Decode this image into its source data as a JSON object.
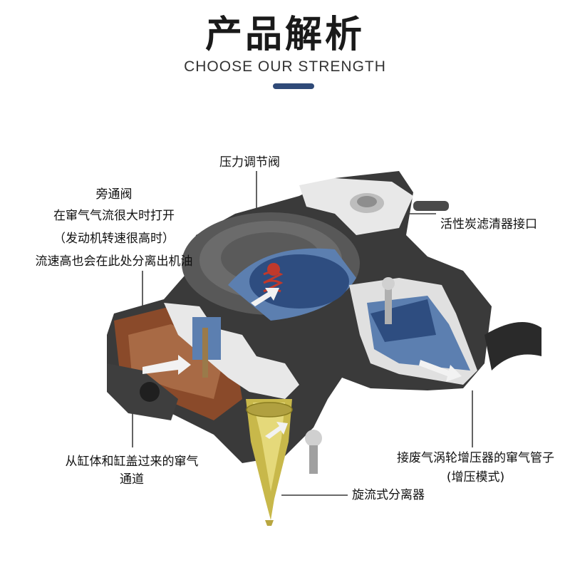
{
  "header": {
    "title": "产品解析",
    "subtitle": "CHOOSE OUR STRENGTH",
    "accent_color": "#2f4a78"
  },
  "labels": {
    "pressure_valve": "压力调节阀",
    "bypass_valve": "旁通阀",
    "bypass_line1": "在窜气气流很大时打开",
    "bypass_line2": "（发动机转速很高时）",
    "bypass_line3": "流速高也会在此处分离出机油",
    "carbon_port": "活性炭滤清器接口",
    "inlet_line1": "从缸体和缸盖过来的窜气",
    "inlet_line2": "通道",
    "turbo_line1": "接废气涡轮增压器的窜气管子",
    "turbo_line2": "(增压模式)",
    "cyclone": "旋流式分离器"
  },
  "colors": {
    "housing": "#3a3a3a",
    "housing_light": "#6b6b6b",
    "chamber_blue": "#5c7fb0",
    "chamber_dark_blue": "#2e4d80",
    "oil_copper": "#8a4a2a",
    "separator_yellow": "#c8b84a",
    "cover_white": "#e8e8e8",
    "valve_red": "#c0392b"
  },
  "icons": [
    "flow-arrow-icon",
    "spring-icon",
    "screw-icon"
  ]
}
